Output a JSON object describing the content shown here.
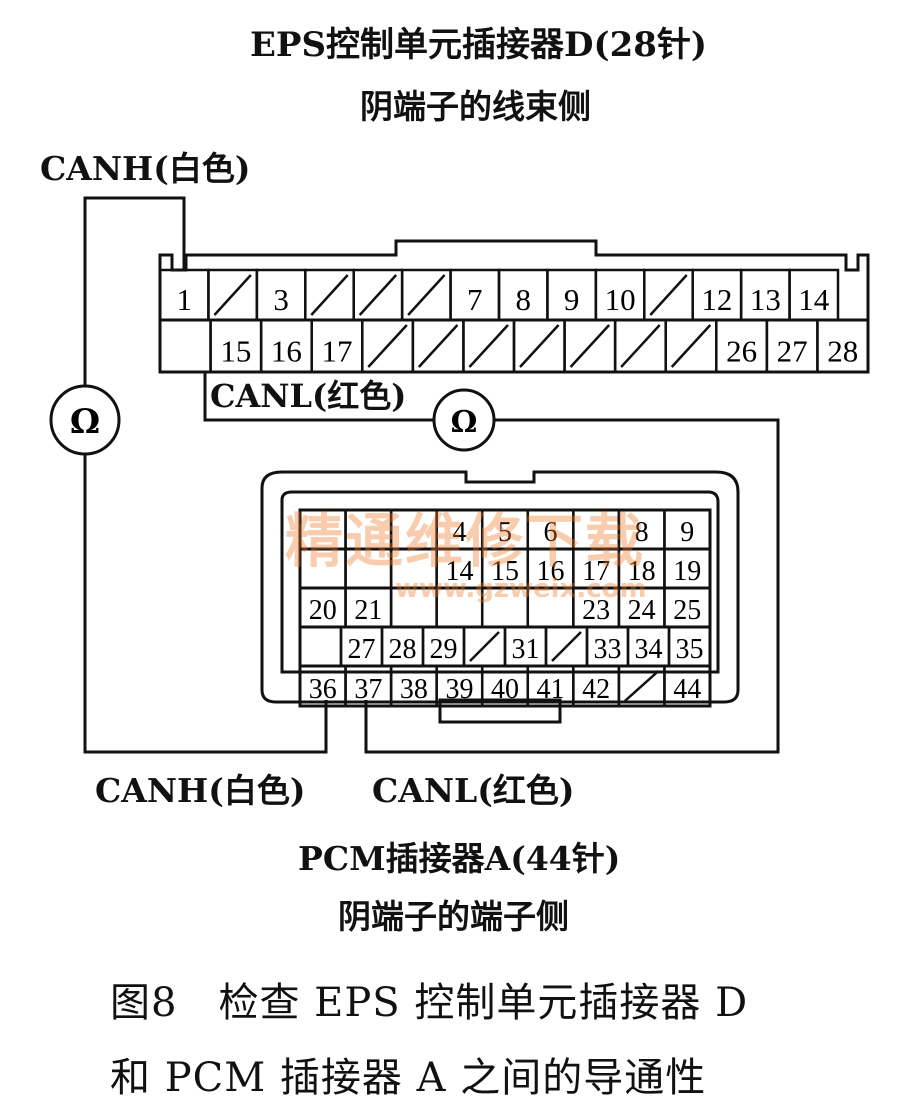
{
  "eps": {
    "title_line1": "EPS控制单元插接器D(28针)",
    "title_line2": "阴端子的线束侧",
    "row1": [
      "1",
      "/",
      "3",
      "/",
      "/",
      "/",
      "7",
      "8",
      "9",
      "10",
      "/",
      "12",
      "13",
      "14"
    ],
    "row2": [
      "",
      "15",
      "16",
      "17",
      "/",
      "/",
      "/",
      "/",
      "/",
      "/",
      "/",
      "26",
      "27",
      "28"
    ]
  },
  "pcm": {
    "title_line1": "PCM插接器A(44针)",
    "title_line2": "阴端子的端子侧",
    "row1": [
      "",
      "",
      "",
      "4",
      "5",
      "6",
      "",
      "8",
      "9"
    ],
    "row2": [
      "",
      "",
      "",
      "14",
      "15",
      "16",
      "17",
      "18",
      "19"
    ],
    "row3": [
      "20",
      "21",
      "",
      "",
      "",
      "",
      "23",
      "24",
      "25"
    ],
    "row4": [
      "",
      "27",
      "28",
      "29",
      "/",
      "31",
      "/",
      "33",
      "34",
      "35"
    ],
    "row5": [
      "36",
      "37",
      "38",
      "39",
      "40",
      "41",
      "42",
      "/",
      "44"
    ]
  },
  "wires": {
    "canh_top": "CANH(白色)",
    "canl_mid": "CANL(红色)",
    "canh_bottom": "CANH(白色)",
    "canl_bottom": "CANL(红色)"
  },
  "meter_symbol": "Ω",
  "watermark": {
    "cn": "精通维修下载",
    "url": "www.gzweix.com"
  },
  "caption": {
    "line1": "图8　检查 EPS 控制单元插接器 D",
    "line2": "和 PCM 插接器 A 之间的导通性"
  }
}
